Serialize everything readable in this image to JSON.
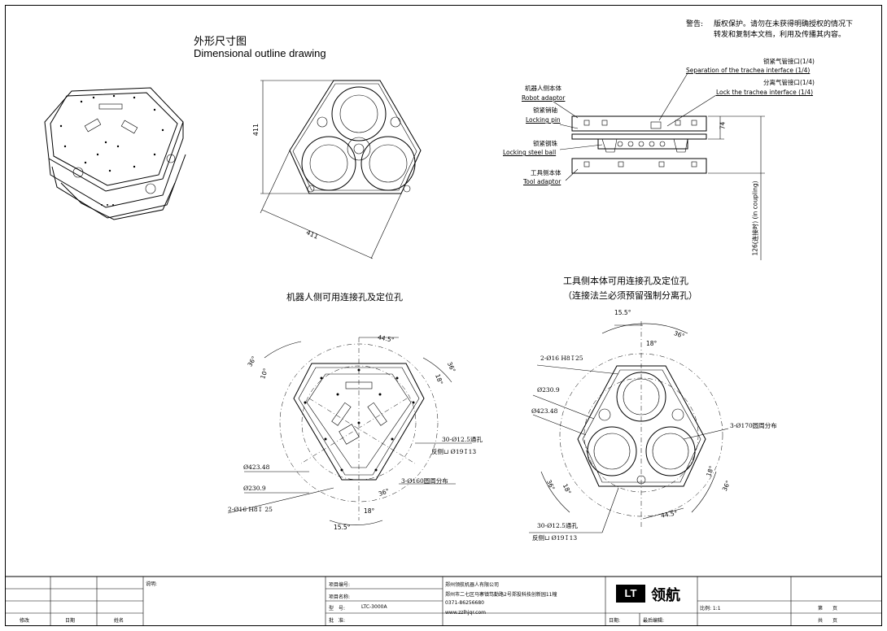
{
  "notice": {
    "label": "警告:",
    "line1": "版权保护。请勿在未获得明确授权的情况下",
    "line2": "转发和复制本文档，利用及传播其内容。"
  },
  "outline": {
    "title_cn": "外形尺寸图",
    "title_en": "Dimensional outline drawing",
    "dim_height": "411",
    "dim_width": "411"
  },
  "side_view": {
    "clamp_port_cn": "锁紧气管接口(1/4)",
    "clamp_port_en": "Separation of the trachea interface (1/4)",
    "sep_port_cn": "分离气管接口(1/4)",
    "sep_port_en": "Lock the trachea interface (1/4)",
    "robot_cn": "机器人侧本体",
    "robot_en": "Robot adaptor",
    "pin_cn": "锁紧销轴",
    "pin_en": "Locking pin",
    "ball_cn": "锁紧钢珠",
    "ball_en": "Locking steel ball",
    "tool_cn": "工具侧本体",
    "tool_en": "Tool adaptor",
    "dim_74": "74",
    "dim_coupling": "126(连接时) (in coupling)"
  },
  "robot_view": {
    "title": "机器人侧可用连接孔及定位孔",
    "angle_44": "44.5°",
    "angle_36a": "36°",
    "angle_10": "10°",
    "angle_36b": "36°",
    "angle_18a": "18°",
    "holes_30": "30-Ø12.5通孔",
    "holes_back": "反侧⊔ Ø19↧13",
    "d423": "Ø423.48",
    "d230": "Ø230.9",
    "pins": "2-Ø16 H8↧ 25",
    "circle": "3-Ø160圆周分布",
    "angle_36c": "36°",
    "angle_18b": "18°",
    "angle_15": "15.5°"
  },
  "tool_view": {
    "title1": "工具侧本体可用连接孔及定位孔",
    "title2": "（连接法兰必须预留强制分离孔）",
    "angle_15": "15.5°",
    "angle_36a": "36°",
    "angle_18a": "18°",
    "pins": "2-Ø16 H8↧25",
    "d230": "Ø230.9",
    "d423": "Ø423.48",
    "circle": "3-Ø170圆周分布",
    "angle_18b": "18°",
    "angle_36b": "36°",
    "angle_36c": "36°",
    "angle_18c": "18°",
    "angle_44": "44.5°",
    "holes_30": "30-Ø12.5通孔",
    "holes_back": "反侧⊔ Ø19↧13"
  },
  "title_block": {
    "notes_label": "说明:",
    "col_modify": "修改",
    "col_date": "日期",
    "col_name": "姓名",
    "project_no": "项目编号:",
    "project_name": "项目名称:",
    "model_label": "型　号:",
    "model_value": "LTC-3000A",
    "approve": "批　准:",
    "company": "郑州领航机器人有限公司",
    "address": "郑州市二七区马寨镇笃勤路2号郑投科技创新园11幢",
    "phone": "0371-86256680",
    "website": "www.zzlhjqr.com",
    "logo_mark": "LT",
    "logo_text": "领航",
    "date_label": "日期:",
    "last_edit": "最后编辑:",
    "scale": "比例: 1:1",
    "page": "第　　页",
    "total": "共　　页"
  }
}
